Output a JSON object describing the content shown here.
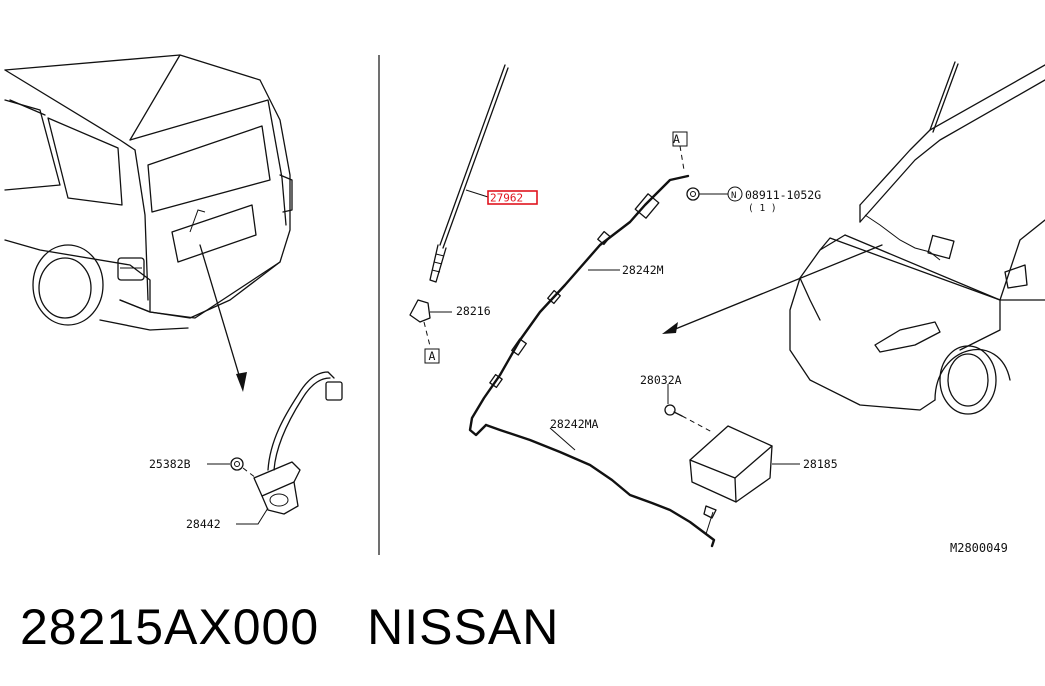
{
  "diagram": {
    "callouts": {
      "rear_camera_nut": "25382B",
      "rear_camera": "28442",
      "antenna_rod": "27962",
      "antenna_base": "28216",
      "ref_a_top": "A",
      "ref_a_bottom": "A",
      "feeder_main": "28242M",
      "nut_part": "08911-1052G",
      "nut_symbol": "N",
      "nut_qty": "( 1 )",
      "feeder_sub": "28242MA",
      "screw": "28032A",
      "amp_module": "28185"
    },
    "drawing_id": "M2800049",
    "highlight_color": "#e0141e"
  },
  "caption": {
    "part_number": "28215AX000",
    "brand": "NISSAN"
  }
}
